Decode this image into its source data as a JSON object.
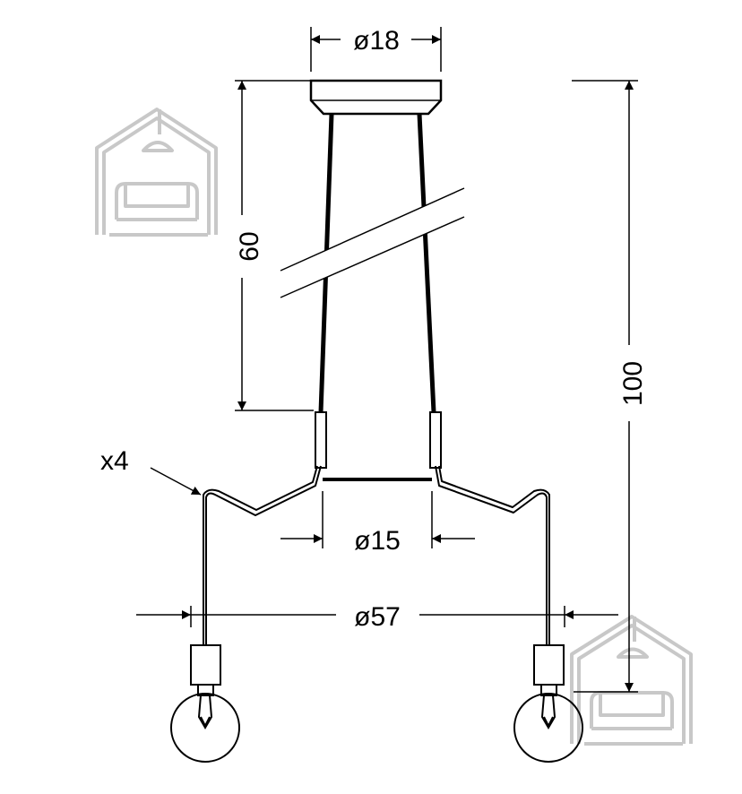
{
  "labels": {
    "diameter_top": "ø18",
    "height_short": "60",
    "height_total": "100",
    "count": "x4",
    "diameter_middle": "ø15",
    "diameter_total": "ø57"
  },
  "colors": {
    "line": "#000000",
    "watermark": "#c8c8c8",
    "background": "#ffffff"
  },
  "icons": {
    "watermark": "house-lamp-sofa-icon"
  }
}
